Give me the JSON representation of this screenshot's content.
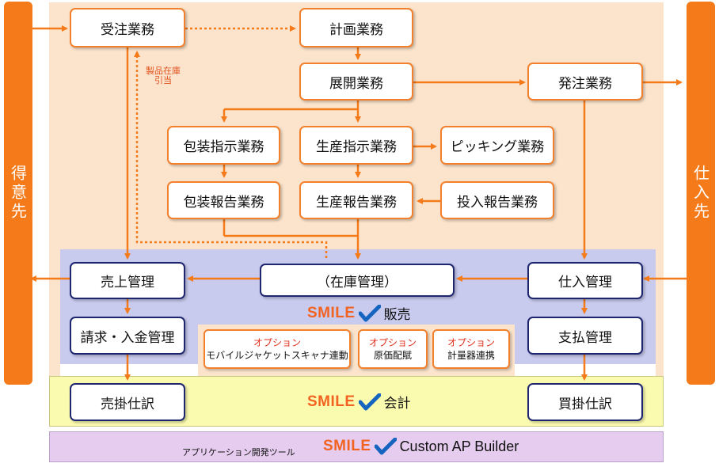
{
  "sides": {
    "left": "得意先",
    "right": "仕入先"
  },
  "boxes": {
    "order_receive": "受注業務",
    "plan": "計画業務",
    "expand": "展開業務",
    "purchase_order": "発注業務",
    "pack_instruct": "包装指示業務",
    "prod_instruct": "生産指示業務",
    "picking": "ピッキング業務",
    "pack_report": "包装報告業務",
    "prod_report": "生産報告業務",
    "input_report": "投入報告業務",
    "sales_mgmt": "売上管理",
    "inventory_mgmt": "（在庫管理）",
    "purchase_mgmt": "仕入管理",
    "billing": "請求・入金管理",
    "payment": "支払管理",
    "ar_journal": "売掛仕訳",
    "ap_journal": "買掛仕訳"
  },
  "note_stock_alloc": [
    "製品在庫",
    "引当"
  ],
  "options": [
    {
      "tag": "オプション",
      "label": "モバイルジャケットスキャナ連動"
    },
    {
      "tag": "オプション",
      "label": "原価配賦"
    },
    {
      "tag": "オプション",
      "label": "計量器連携"
    }
  ],
  "bands": {
    "sales": {
      "brand": "SMILE",
      "label": "販売"
    },
    "accounting": {
      "brand": "SMILE",
      "label": "会計"
    },
    "tool": {
      "caption": "アプリケーション開発ツール",
      "brand": "SMILE",
      "label": "Custom AP Builder"
    }
  },
  "colors": {
    "orange": "#f57a1a",
    "box_border": "#f2802c",
    "navy": "#1e2670",
    "logo_check": "#1565c0"
  }
}
